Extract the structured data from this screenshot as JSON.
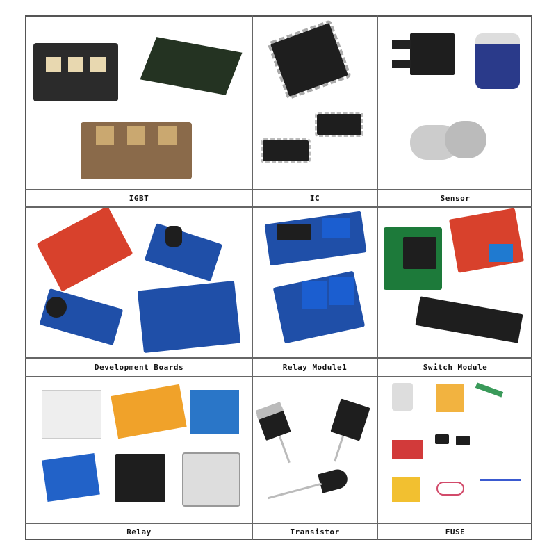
{
  "catalog": {
    "cells": [
      {
        "label": "IGBT"
      },
      {
        "label": "IC"
      },
      {
        "label": "Sensor"
      },
      {
        "label": "Development Boards"
      },
      {
        "label": "Relay Module1"
      },
      {
        "label": "Switch Module"
      },
      {
        "label": "Relay"
      },
      {
        "label": "Transistor"
      },
      {
        "label": "FUSE"
      }
    ]
  }
}
